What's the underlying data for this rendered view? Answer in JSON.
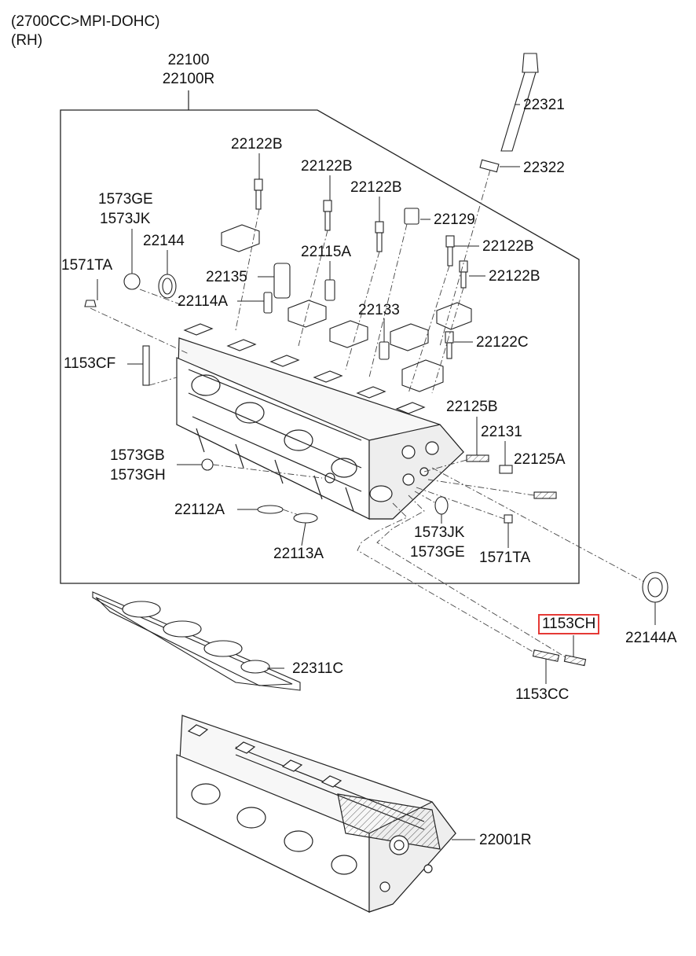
{
  "header": {
    "line1": "(2700CC>MPI-DOHC)",
    "line2": "(RH)"
  },
  "highlight_color": "#e53935",
  "labels": {
    "l22100": "22100",
    "l22100R": "22100R",
    "l22321": "22321",
    "l22322": "22322",
    "l22122B_a": "22122B",
    "l22122B_b": "22122B",
    "l22122B_c": "22122B",
    "l22122B_d": "22122B",
    "l22122B_e": "22122B",
    "l22129": "22129",
    "l1573GE_a": "1573GE",
    "l1573JK_a": "1573JK",
    "l22144": "22144",
    "l22115A": "22115A",
    "l1571TA_a": "1571TA",
    "l22135": "22135",
    "l22114A": "22114A",
    "l22133": "22133",
    "l22122C": "22122C",
    "l1153CF": "1153CF",
    "l22125B": "22125B",
    "l22131": "22131",
    "l1573GB": "1573GB",
    "l1573GH": "1573GH",
    "l22125A": "22125A",
    "l22112A": "22112A",
    "l1573JK_b": "1573JK",
    "l1573GE_b": "1573GE",
    "l1571TA_b": "1571TA",
    "l22113A": "22113A",
    "l1153CH": "1153CH",
    "l22144A": "22144A",
    "l22311C": "22311C",
    "l1153CC": "1153CC",
    "l22001R": "22001R"
  }
}
